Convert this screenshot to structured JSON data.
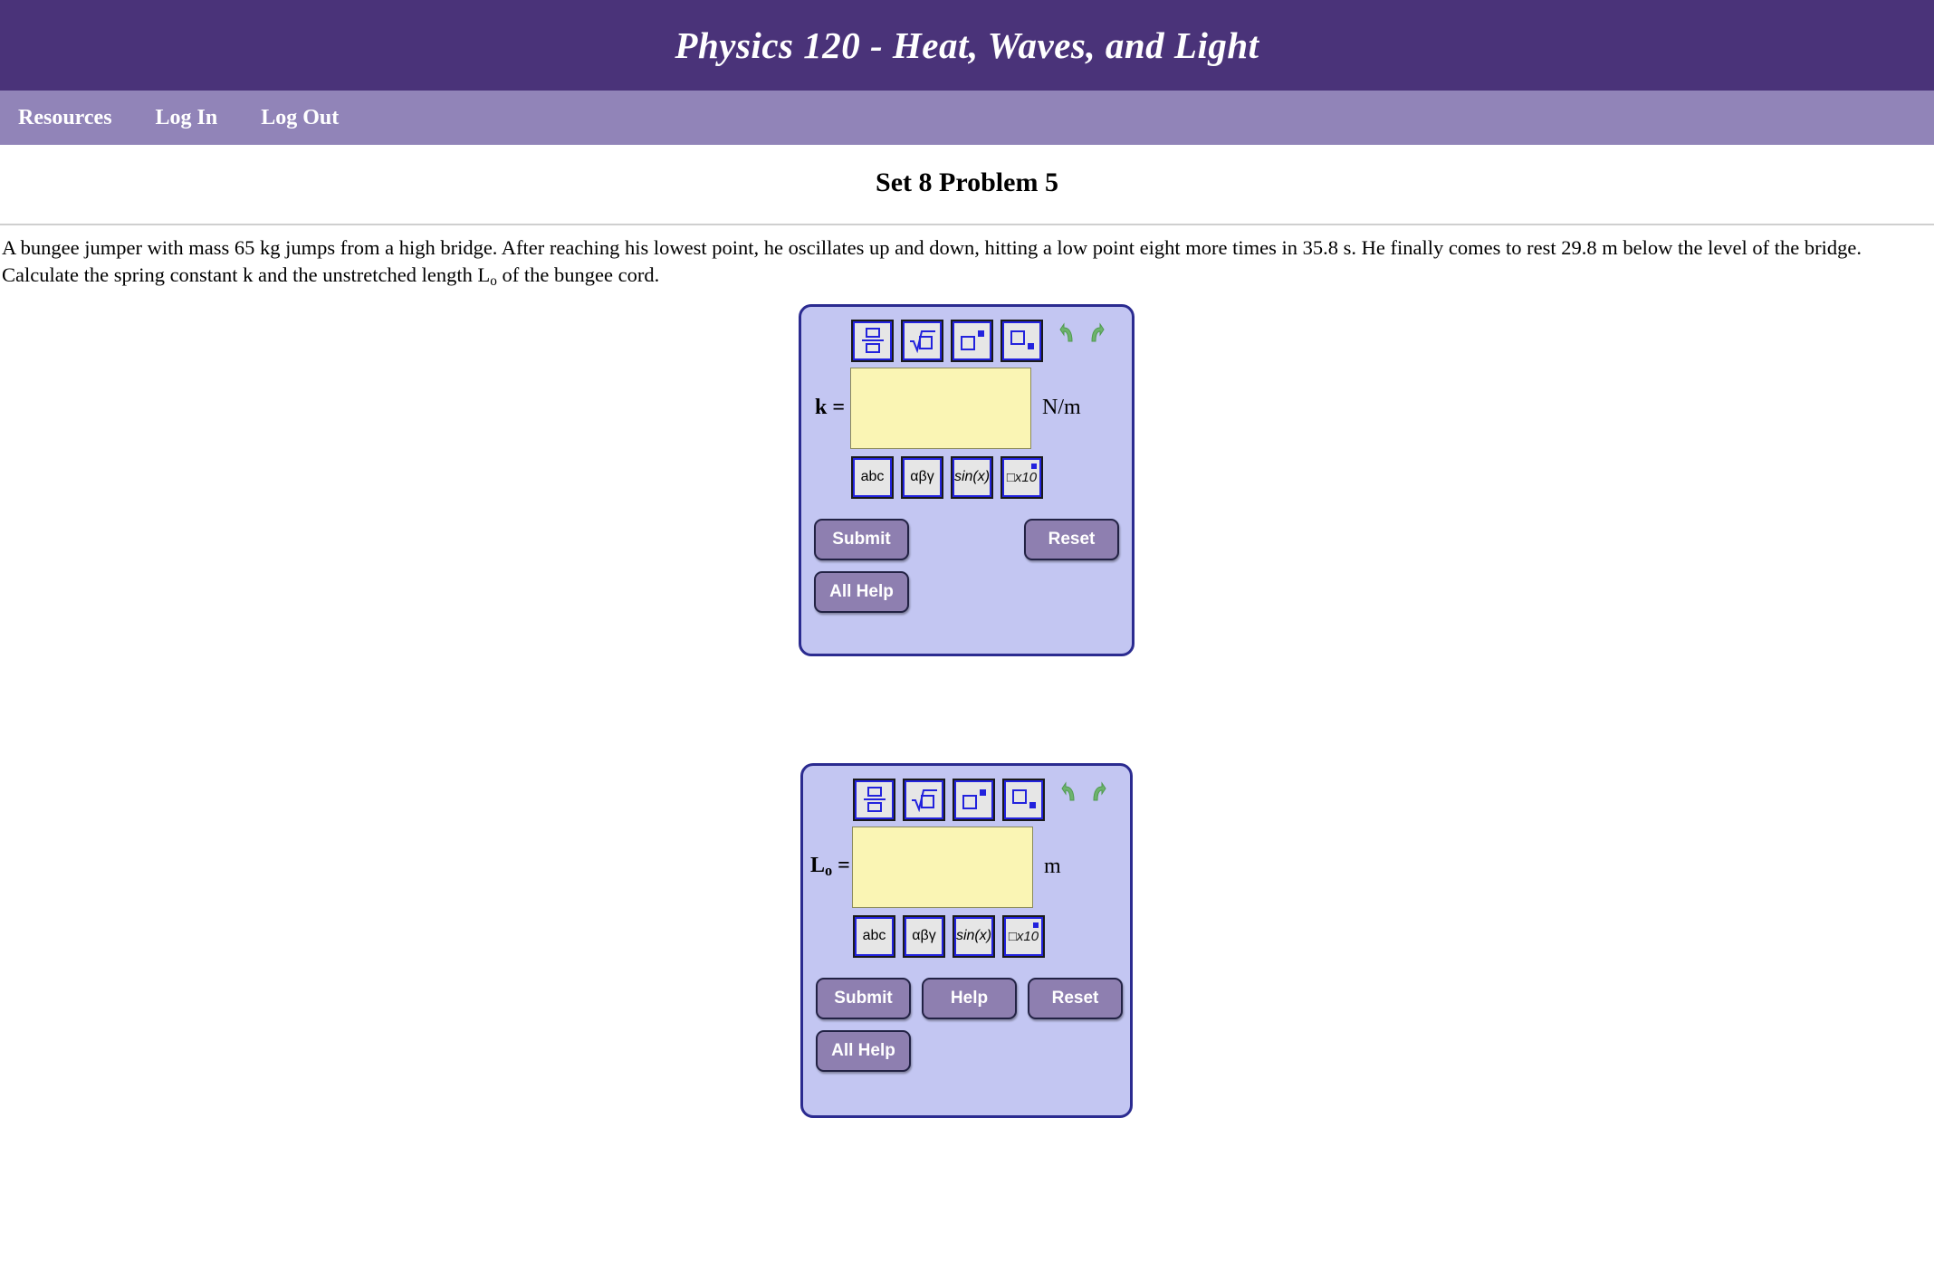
{
  "header": {
    "title": "Physics 120 - Heat, Waves, and Light",
    "bg_color": "#4a3379"
  },
  "nav": {
    "bg_color": "#9184b8",
    "items": [
      {
        "label": "Resources"
      },
      {
        "label": "Log In"
      },
      {
        "label": "Log Out"
      }
    ]
  },
  "problem": {
    "title": "Set 8 Problem 5",
    "text_part1": "A bungee jumper with mass 65 kg jumps from a high bridge. After reaching his lowest point, he oscillates up and down, hitting a low point eight more times in 35.8 s. He finally comes to rest 29.8 m below the level of the bridge. Calculate the spring constant k and the unstretched length L",
    "text_sub": "o",
    "text_part2": " of the bungee cord."
  },
  "math_toolbar": {
    "upper": [
      {
        "name": "fraction-button",
        "icon": "fraction-icon"
      },
      {
        "name": "square-root-button",
        "icon": "square-root-icon"
      },
      {
        "name": "superscript-button",
        "icon": "superscript-icon"
      },
      {
        "name": "subscript-button",
        "icon": "subscript-icon"
      }
    ],
    "lower": [
      {
        "name": "abc-button",
        "label": "abc"
      },
      {
        "name": "greek-button",
        "label": "αβγ"
      },
      {
        "name": "trig-button",
        "label": "sin(x)"
      },
      {
        "name": "scientific-notation-button",
        "label": "□x10"
      }
    ],
    "undo": {
      "name": "undo-arrow",
      "color": "#6db36d"
    },
    "redo": {
      "name": "redo-arrow",
      "color": "#6db36d"
    }
  },
  "answers": [
    {
      "id": "k",
      "variable": "k",
      "subscript": "",
      "equals": " =",
      "value": "",
      "placeholder": "",
      "unit": "N/m",
      "buttons": [
        {
          "label": "Submit",
          "name": "submit-button"
        },
        {
          "label": "Reset",
          "name": "reset-button"
        }
      ],
      "all_help": {
        "label": "All Help",
        "name": "all-help-button"
      }
    },
    {
      "id": "L0",
      "variable": "L",
      "subscript": "o",
      "equals": " =",
      "value": "",
      "placeholder": "",
      "unit": "m",
      "buttons": [
        {
          "label": "Submit",
          "name": "submit-button"
        },
        {
          "label": "Help",
          "name": "help-button"
        },
        {
          "label": "Reset",
          "name": "reset-button"
        }
      ],
      "all_help": {
        "label": "All Help",
        "name": "all-help-button"
      }
    }
  ],
  "colors": {
    "panel_bg": "#c3c6f2",
    "panel_border": "#2b2b90",
    "field_bg": "#faf5b4",
    "button_bg": "#8e7fb0",
    "math_icon_blue": "#2222dd"
  }
}
